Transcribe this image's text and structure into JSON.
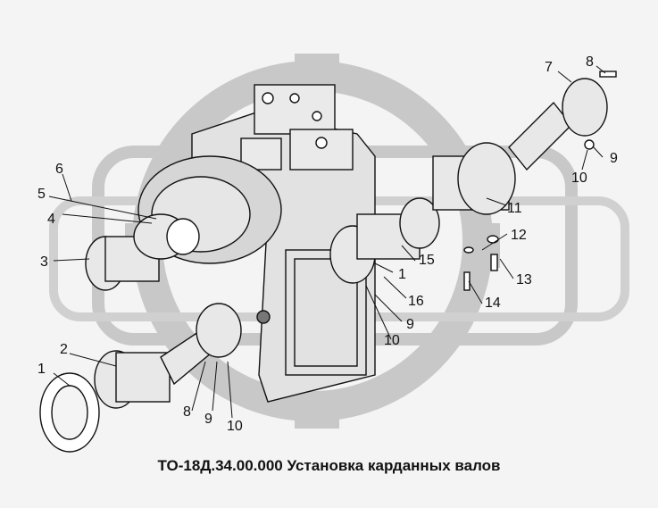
{
  "caption": "ТО-18Д.34.00.000 Установка карданных валов",
  "callouts": [
    {
      "id": "c1a",
      "text": "1"
    },
    {
      "id": "c2",
      "text": "2"
    },
    {
      "id": "c3",
      "text": "3"
    },
    {
      "id": "c4",
      "text": "4"
    },
    {
      "id": "c5",
      "text": "5"
    },
    {
      "id": "c6",
      "text": "6"
    },
    {
      "id": "c7",
      "text": "7"
    },
    {
      "id": "c8a",
      "text": "8"
    },
    {
      "id": "c9a",
      "text": "9"
    },
    {
      "id": "c10a",
      "text": "10"
    },
    {
      "id": "c11",
      "text": "11"
    },
    {
      "id": "c12",
      "text": "12"
    },
    {
      "id": "c13",
      "text": "13"
    },
    {
      "id": "c14",
      "text": "14"
    },
    {
      "id": "c15",
      "text": "15"
    },
    {
      "id": "c1b",
      "text": "1"
    },
    {
      "id": "c16",
      "text": "16"
    },
    {
      "id": "c9b",
      "text": "9"
    },
    {
      "id": "c10b",
      "text": "10"
    },
    {
      "id": "c8b",
      "text": "8"
    },
    {
      "id": "c9c",
      "text": "9"
    },
    {
      "id": "c10c",
      "text": "10"
    }
  ],
  "colors": {
    "ink": "#111111",
    "watermark": "#c8c8c8",
    "paper": "#f4f4f4",
    "housing": "#e2e2e2"
  }
}
